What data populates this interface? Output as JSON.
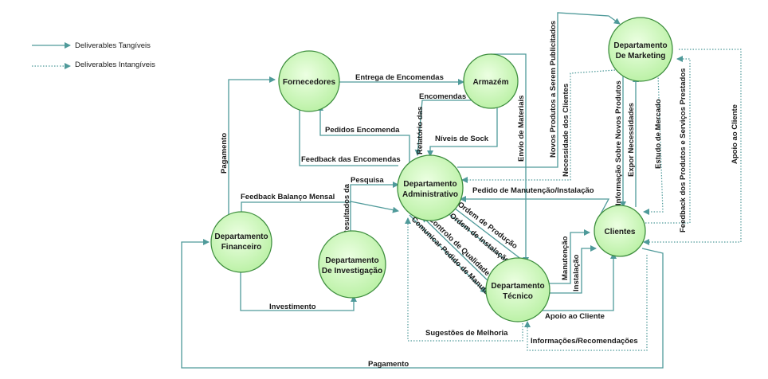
{
  "colors": {
    "edge": "#4f9a9a",
    "node_fill": "#c9f5b8",
    "node_stroke": "#3f8f3f"
  },
  "legend": {
    "tangible": "Deliverables Tangíveis",
    "intangible": "Deliverables Intangíveis"
  },
  "nodes": {
    "fornecedores": [
      "Fornecedores"
    ],
    "armazem": [
      "Armazém"
    ],
    "marketing": [
      "Departamento",
      "De Marketing"
    ],
    "administrativo": [
      "Departamento",
      "Administrativo"
    ],
    "financeiro": [
      "Departamento",
      "Financeiro"
    ],
    "investigacao": [
      "Departamento",
      "De Investigação"
    ],
    "clientes": [
      "Clientes"
    ],
    "tecnico": [
      "Departamento",
      "Técnico"
    ]
  },
  "edges": {
    "entrega": "Entrega de Encomendas",
    "encomendas": "Encomendas",
    "pedidos": "Pedidos Encomenda",
    "relatorio": "Relatório das",
    "niveis": "Níveis de Sock",
    "feedback_encomendas": "Feedback das Encomendas",
    "pagamento_fornec": "Pagamento",
    "feedback_balanco": "Feedback Balanço Mensal",
    "pesquisa": "Pesquisa",
    "resultados": "Resultados da",
    "investimento": "Investimento",
    "envio": "Envio de Materiais",
    "novos_produtos": "Novos Produtos a Serem Publicitados",
    "necessidade": "Necessidade dos Clientes",
    "informacao": "Informação Sobre Novos Produtos",
    "expor": "Expor Necessidades",
    "estudo": "Estudo de Mercado",
    "feedback_produtos": "Feedback dos Produtos e Serviços Prestados",
    "apoio_cliente_mkt": "Apoio ao Cliente",
    "pedido_manut": "Pedido de Manutenção/Instalação",
    "ordem_producao": "Ordem de Produção",
    "ordem_instalacao": "Ordem de Instalação",
    "controlo": "Controlo de Qualidade",
    "comunicar": "Comunicar Pedido de Manutenção",
    "manutencao": "Manutenção",
    "instalacao": "Instalação",
    "apoio_cliente": "Apoio ao Cliente",
    "sugestoes": "Sugestões de Melhoria",
    "informacoes": "Informações/Recomendações",
    "pagamento_cli": "Pagamento"
  }
}
